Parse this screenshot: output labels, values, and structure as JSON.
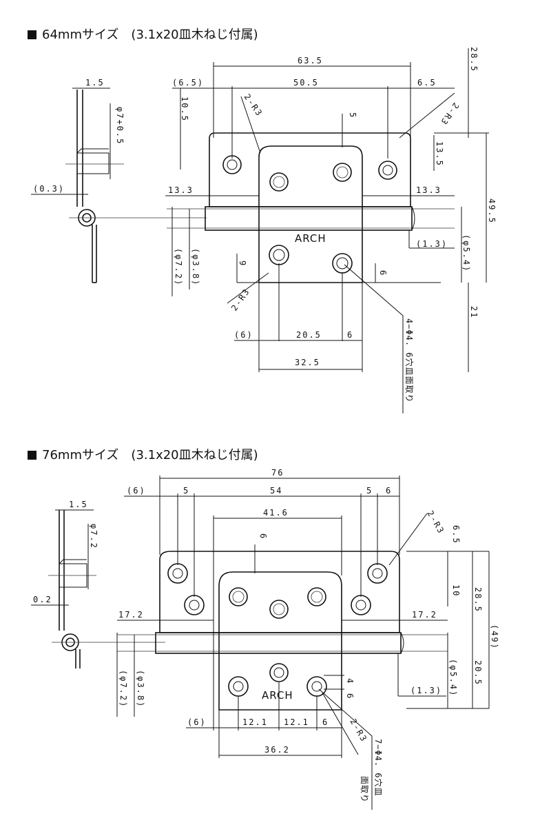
{
  "sections": [
    {
      "title": "64mmサイズ　(3.1x20皿木ねじ付属)",
      "logo": "ARCH",
      "dims": {
        "width_total": "63.5",
        "width_inner": "50.5",
        "left_margin": "(6.5)",
        "right_margin": "6.5",
        "pin_thickness": "1.5",
        "pin_diameter": "φ7+0.5",
        "top_offset": "10.5",
        "corner_radius_top": "2-R3",
        "hole_offset_top": "5",
        "hole_pitch_v": "13.5",
        "side_height": "28.5",
        "gap": "(0.3)",
        "barrel_left": "13.3",
        "barrel_right": "13.3",
        "total_height": "49.5",
        "inner_dia": "(φ3.8)",
        "outer_dia": "(φ7.2)",
        "pin_dia": "(φ5.4)",
        "pin_protrusion": "(1.3)",
        "lower_pitch_v": "9",
        "lower_offset": "6",
        "corner_radius_bottom": "2-R3",
        "bottom_height": "21",
        "bottom_left": "(6)",
        "bottom_pitch": "20.5",
        "bottom_right": "6",
        "bottom_width": "32.5",
        "holes_note": "4−Φ4. 6穴皿面取り"
      }
    },
    {
      "title": "76mmサイズ　(3.1x20皿木ねじ付属)",
      "logo": "ARCH",
      "dims": {
        "width_total": "76",
        "left_margin": "(6)",
        "left_step": "5",
        "width_inner": "54",
        "right_step": "5",
        "right_margin": "6",
        "pin_thickness": "1.5",
        "pin_diameter": "φ7.2",
        "leaf_width": "41.6",
        "hole_offset_top": "6",
        "corner_radius_top": "2-R3",
        "top_offset": "6.5",
        "hole_pitch_v": "10",
        "side_height": "28.5",
        "total_height": "(49)",
        "gap": "0.2",
        "barrel_left": "17.2",
        "barrel_right": "17.2",
        "inner_dia": "(φ3.8)",
        "outer_dia": "(φ7.2)",
        "pin_dia": "(φ5.4)",
        "pin_protrusion": "(1.3)",
        "bottom_height": "20.5",
        "lower_offset_a": "4",
        "lower_offset_b": "6",
        "bottom_left": "(6)",
        "bottom_pitch_a": "12.1",
        "bottom_pitch_b": "12.1",
        "bottom_right": "6",
        "bottom_width": "36.2",
        "corner_radius_bottom": "2-R3",
        "holes_note": "7−Φ4. 6穴皿",
        "holes_note2": "面取り"
      }
    }
  ]
}
